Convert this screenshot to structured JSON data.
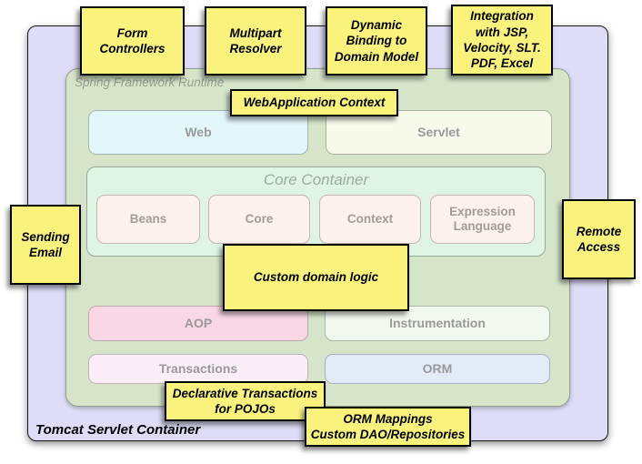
{
  "containers": {
    "tomcat": {
      "label": "Tomcat Servlet Container"
    },
    "spring_runtime": {
      "label": "Spring Framework Runtime"
    }
  },
  "modules": {
    "web": {
      "label": "Web"
    },
    "servlet": {
      "label": "Servlet"
    },
    "core_container": {
      "title": "Core Container",
      "children": [
        {
          "label": "Beans"
        },
        {
          "label": "Core"
        },
        {
          "label": "Context"
        },
        {
          "label": "Expression\nLanguage"
        }
      ]
    },
    "aop": {
      "label": "AOP"
    },
    "instrumentation": {
      "label": "Instrumentation"
    },
    "transactions": {
      "label": "Transactions"
    },
    "orm": {
      "label": "ORM"
    }
  },
  "notes": {
    "form_controllers": "Form\nControllers",
    "multipart_resolver": "Multipart\nResolver",
    "dynamic_binding": "Dynamic\nBinding to\nDomain Model",
    "integration": "Integration\nwith JSP,\nVelocity, SLT.\nPDF, Excel",
    "webapplication_context": "WebApplication Context",
    "custom_domain_logic": "Custom domain logic",
    "sending_email": "Sending\nEmail",
    "remote_access": "Remote\nAccess",
    "declarative_transactions": "Declarative Transactions\nfor POJOs",
    "orm_mappings": "ORM Mappings\nCustom DAO/Repositories"
  },
  "colors": {
    "note_fill": "#f9f37e",
    "tomcat_fill": "#dedcf6",
    "runtime_fill": "#d6e5ca",
    "core_container_fill": "#dff4e5",
    "core_child_fill": "#fdf1ec",
    "web_fill": "#e3f6fa",
    "servlet_fill": "#f7f9ea",
    "aop_fill": "#f9d7e5",
    "instrumentation_fill": "#f1f9ef",
    "transactions_fill": "#fceef6",
    "orm_fill": "#e2ebf8"
  }
}
